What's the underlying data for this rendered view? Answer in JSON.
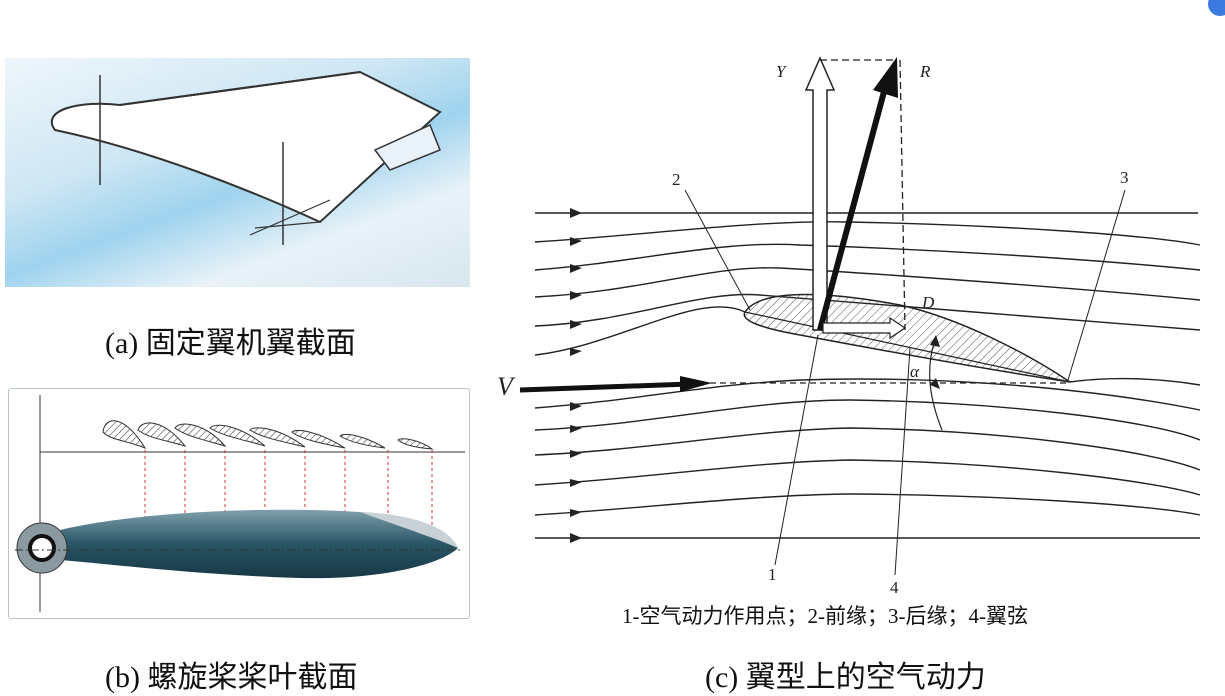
{
  "panels": {
    "a": {
      "caption": "(a) 固定翼机翼截面"
    },
    "b": {
      "caption": "(b) 螺旋桨桨叶截面"
    },
    "c": {
      "caption": "(c) 翼型上的空气动力",
      "legend": "1-空气动力作用点；2-前缘；3-后缘；4-翼弦",
      "labels": {
        "lift": "Y",
        "resultant": "R",
        "drag": "D",
        "angle": "α",
        "velocity": "V",
        "point1": "1",
        "point2": "2",
        "point3": "3",
        "point4": "4"
      }
    }
  },
  "colors": {
    "corner_badge": "#3b7be0",
    "sky_blue": "#bfe0f2",
    "blade_dark": "#163845"
  }
}
